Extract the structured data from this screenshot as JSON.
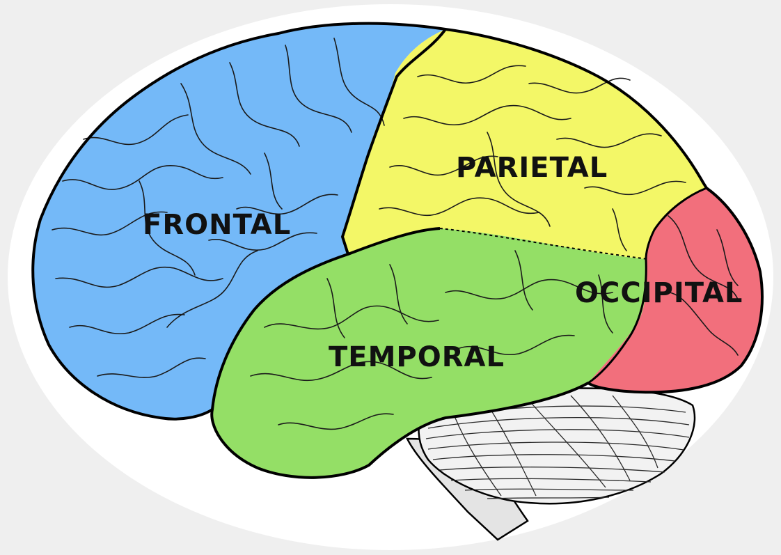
{
  "diagram": {
    "labels": {
      "frontal": "FRONTAL",
      "parietal": "PARIETAL",
      "occipital": "OCCIPITAL",
      "temporal": "TEMPORAL"
    },
    "colors": {
      "background": "#efefef",
      "oval": "#ffffff",
      "frontal": "#74b9f8",
      "parietal": "#f3f767",
      "occipital": "#f26f7c",
      "temporal": "#94df66",
      "cerebellum": "#f2f2f2",
      "brainstem": "#e4e4e4",
      "outline": "#000000"
    }
  }
}
